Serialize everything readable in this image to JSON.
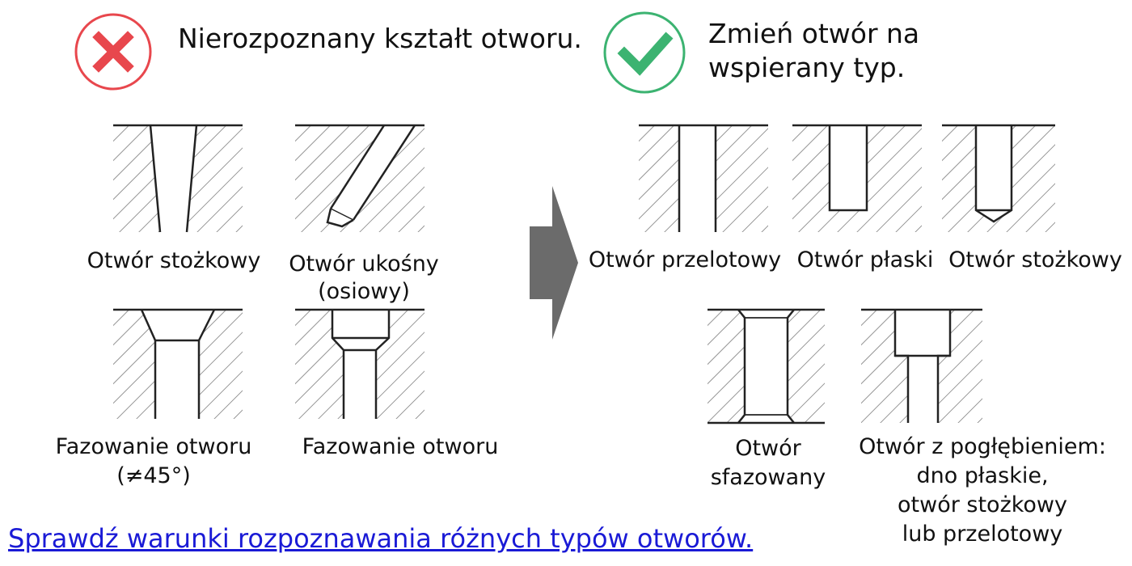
{
  "colors": {
    "error": "#e8474d",
    "success": "#3cb371",
    "link": "#1a1ad6",
    "arrow": "#6b6b6b",
    "line": "#222222"
  },
  "header": {
    "left_icon": "cross-icon",
    "left_text": "Nierozpoznany kształt otworu.",
    "right_icon": "check-icon",
    "right_text_line1": "Zmień otwór na",
    "right_text_line2": "wspierany typ."
  },
  "unsupported": [
    {
      "label_line1": "Otwór stożkowy",
      "label_line2": ""
    },
    {
      "label_line1": "Otwór ukośny",
      "label_line2": "(osiowy)"
    },
    {
      "label_line1": "Fazowanie otworu",
      "label_line2": "(≠45°)"
    },
    {
      "label_line1": "Fazowanie otworu",
      "label_line2": ""
    }
  ],
  "supported": [
    {
      "label_line1": "Otwór przelotowy"
    },
    {
      "label_line1": "Otwór płaski"
    },
    {
      "label_line1": "Otwór stożkowy"
    },
    {
      "label_line1": "Otwór",
      "label_line2": "sfazowany"
    },
    {
      "label_line1": "Otwór z pogłębieniem:",
      "label_line2": "dno płaskie,",
      "label_line3": "otwór stożkowy",
      "label_line4": "lub przelotowy"
    }
  ],
  "link": {
    "text": "Sprawdź warunki rozpoznawania różnych typów otworów."
  }
}
